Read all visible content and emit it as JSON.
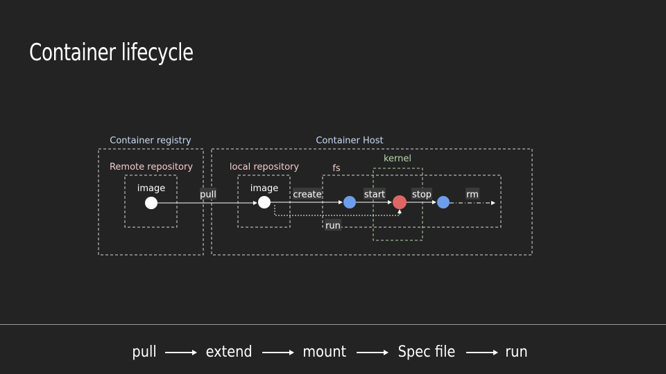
{
  "title": "Container lifecycle",
  "diagram": {
    "registry_label": "Container registry",
    "host_label": "Container Host",
    "remote_repo_label": "Remote repository",
    "local_repo_label": "local repository",
    "fs_label": "fs",
    "kernel_label": "kernel",
    "remote_image_label": "image",
    "local_image_label": "image",
    "pull_label": "pull",
    "create_label": "create",
    "start_label": "start",
    "stop_label": "stop",
    "rm_label": "rm",
    "run_label": "run"
  },
  "colors": {
    "background": "#232323",
    "box_border": "#d8d8d8",
    "registry_text": "#c9daf8",
    "remote_repo_text": "#f4cccc",
    "kernel_text": "#b6d7a8",
    "kernel_border": "#b6d7a8",
    "node_white": "#ffffff",
    "node_blue": "#6d9eeb",
    "node_red": "#e06666"
  },
  "bottom_flow": [
    "pull",
    "extend",
    "mount",
    "Spec file",
    "run"
  ]
}
